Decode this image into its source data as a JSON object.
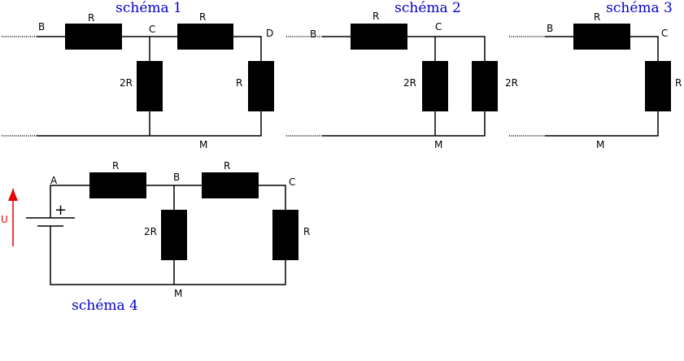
{
  "colors": {
    "title": "#0000cc",
    "arrow": "#e60000",
    "line": "#000000"
  },
  "schema1": {
    "title": "schéma 1",
    "nodes": {
      "b": "B",
      "c": "C",
      "d": "D",
      "m": "M"
    },
    "resistors": {
      "r1": "R",
      "r2": "R",
      "r3": "2R",
      "r4": "R"
    }
  },
  "schema2": {
    "title": "schéma 2",
    "nodes": {
      "b": "B",
      "c": "C",
      "m": "M"
    },
    "resistors": {
      "r1": "R",
      "r2": "2R",
      "r3": "2R"
    }
  },
  "schema3": {
    "title": "schéma 3",
    "nodes": {
      "b": "B",
      "c": "C",
      "m": "M"
    },
    "resistors": {
      "r1": "R",
      "r2": "R"
    }
  },
  "schema4": {
    "title": "schéma 4",
    "nodes": {
      "a": "A",
      "b": "B",
      "c": "C",
      "m": "M"
    },
    "resistors": {
      "r1": "R",
      "r2": "R",
      "r3": "2R",
      "r4": "R"
    },
    "source": {
      "voltage": "U",
      "polarity": "+"
    }
  }
}
